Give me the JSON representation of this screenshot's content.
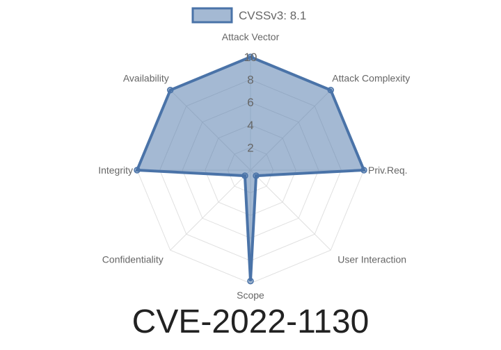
{
  "page": {
    "title": "CVE-2022-1130"
  },
  "colors": {
    "series_fill": "rgba(74,115,168,0.5)",
    "series_stroke": "#4a73a8",
    "grid": "#e0e0e0",
    "text": "#666666"
  },
  "chart_data": {
    "type": "radar",
    "categories": [
      "Attack Vector",
      "Attack Complexity",
      "Priv.Req.",
      "User Interaction",
      "Scope",
      "Confidentiality",
      "Integrity",
      "Availability"
    ],
    "series": [
      {
        "name": "CVSSv3: 8.1",
        "values": [
          10,
          10,
          10,
          0.7,
          9.8,
          0.7,
          10,
          10
        ]
      }
    ],
    "rlim": [
      0,
      10
    ],
    "ticks": [
      "2",
      "4",
      "6",
      "8",
      "10"
    ],
    "legend": "top",
    "grid": true
  }
}
